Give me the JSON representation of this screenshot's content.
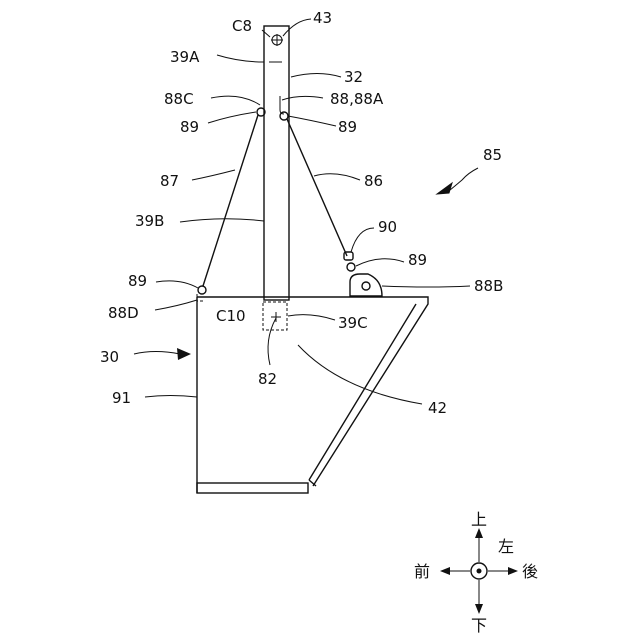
{
  "labels": {
    "c8": "C8",
    "n43": "43",
    "n39a": "39A",
    "n32": "32",
    "n88c": "88C",
    "n88_88a": "88,88A",
    "n89_left_top": "89",
    "n89_right_top": "89",
    "n85": "85",
    "n87": "87",
    "n86": "86",
    "n39b": "39B",
    "n90": "90",
    "n89_left_bottom": "89",
    "n89_right_bottom": "89",
    "n88b": "88B",
    "n88d": "88D",
    "c10": "C10",
    "n39c": "39C",
    "n30": "30",
    "n82": "82",
    "n91": "91",
    "n42": "42"
  },
  "directions": {
    "up": "上",
    "left_side": "左",
    "front": "前",
    "rear": "後",
    "down": "下"
  }
}
